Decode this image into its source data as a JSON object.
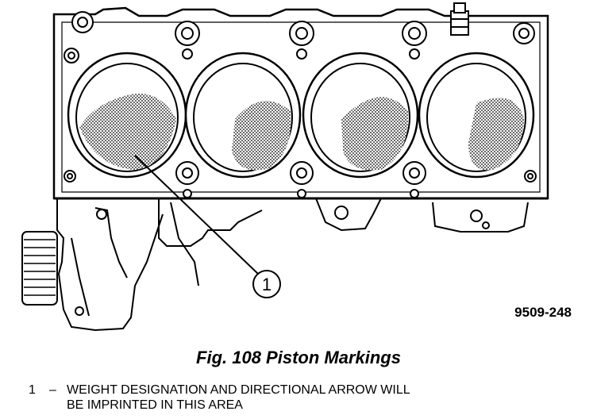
{
  "figure": {
    "code": "9509-248",
    "caption": "Fig. 108 Piston Markings"
  },
  "callout": {
    "number": "1"
  },
  "legend": {
    "items": [
      {
        "number": "1",
        "dash": "–",
        "line1": "WEIGHT DESIGNATION AND DIRECTIONAL ARROW WILL",
        "line2": "BE IMPRINTED IN THIS AREA"
      }
    ]
  }
}
